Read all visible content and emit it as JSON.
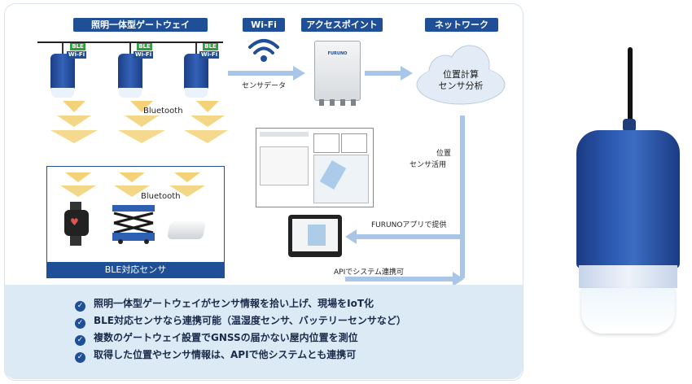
{
  "headers": {
    "gateway": "照明一体型ゲートウェイ",
    "wifi": "Wi-Fi",
    "access_point": "アクセスポイント",
    "network": "ネットワーク"
  },
  "gateway_badges": {
    "ble": "BLE",
    "wifi": "Wi-Fi"
  },
  "labels": {
    "bluetooth_top": "Bluetooth",
    "bluetooth_sensors": "Bluetooth",
    "sensor_data": "センサデータ",
    "cloud_line1": "位置計算",
    "cloud_line2": "センサ分析",
    "position_line1": "位置",
    "position_line2": "センサ活用",
    "furuno_app": "FURUNOアプリで提供",
    "api_link": "APIでシステム連携可",
    "ble_sensors": "BLE対応センサ",
    "ap_brand": "FURUNO"
  },
  "bullets": [
    "照明一体型ゲートウェイがセンサ情報を拾い上げ、現場をIoT化",
    "BLE対応センサなら連携可能（温湿度センサ、バッテリーセンサなど）",
    "複数のゲートウェイ設置でGNSSの届かない屋内位置を測位",
    "取得した位置やセンサ情報は、APIで他システムとも連携可"
  ],
  "colors": {
    "brand_blue": "#1f4f96",
    "light_blue_bg": "#dceaf5",
    "arrow_blue": "#a9c6e8",
    "signal_yellow": "#f3d27a",
    "ble_green": "#2aa33b"
  }
}
